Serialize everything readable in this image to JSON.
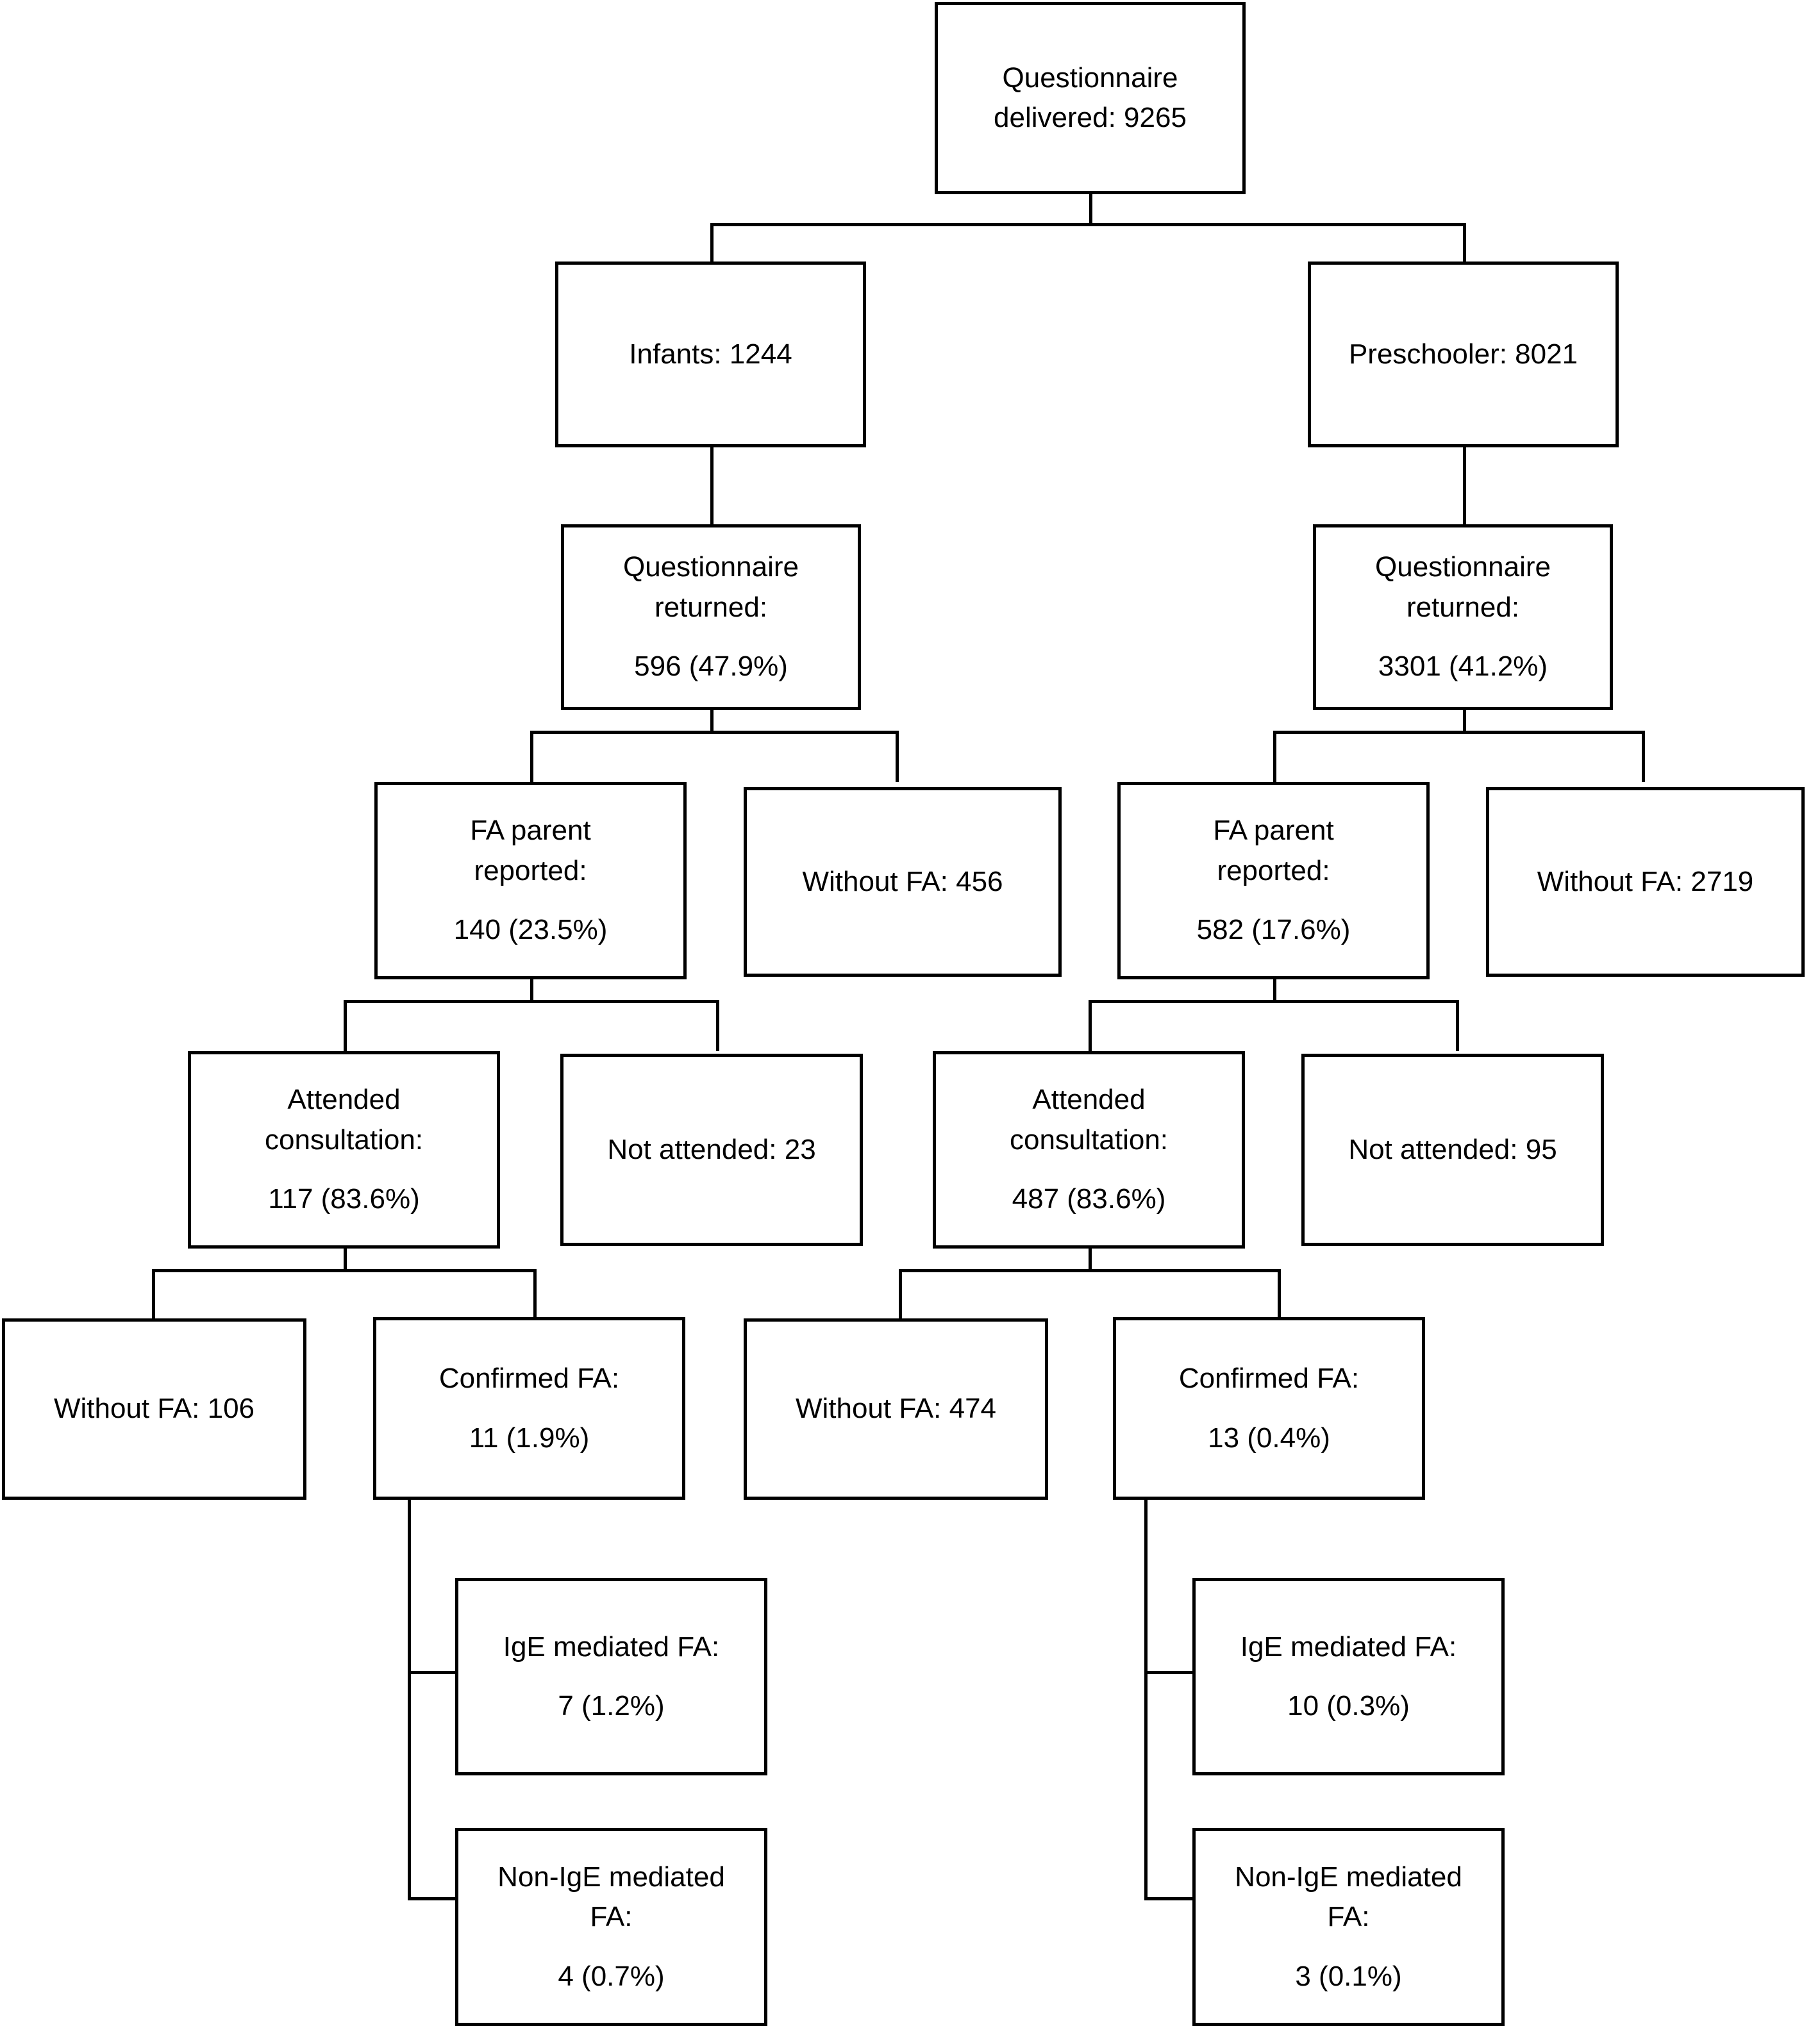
{
  "diagram": {
    "type": "flowchart",
    "title": "Questionnaire and food allergy assessment flow",
    "colors": {
      "box_border": "#000000",
      "connector": "#000000",
      "background": "#ffffff",
      "text": "#000000"
    },
    "nodes": {
      "root": {
        "line1": "Questionnaire",
        "line2": "delivered: 9265"
      },
      "infants": {
        "line1": "Infants: 1244"
      },
      "preschooler": {
        "line1": "Preschooler: 8021"
      },
      "infants_returned": {
        "line1": "Questionnaire",
        "line2": "returned:",
        "line3": "596 (47.9%)"
      },
      "preschooler_returned": {
        "line1": "Questionnaire",
        "line2": "returned:",
        "line3": "3301 (41.2%)"
      },
      "infants_fa_reported": {
        "line1": "FA parent",
        "line2": "reported:",
        "line3": "140 (23.5%)"
      },
      "infants_without_fa": {
        "line1": "Without FA: 456"
      },
      "preschooler_fa_reported": {
        "line1": "FA parent",
        "line2": "reported:",
        "line3": "582 (17.6%)"
      },
      "preschooler_without_fa": {
        "line1": "Without FA: 2719"
      },
      "infants_attended": {
        "line1": "Attended",
        "line2": "consultation:",
        "line3": "117 (83.6%)"
      },
      "infants_not_attended": {
        "line1": "Not attended: 23"
      },
      "preschooler_attended": {
        "line1": "Attended",
        "line2": "consultation:",
        "line3": "487 (83.6%)"
      },
      "preschooler_not_attended": {
        "line1": "Not attended: 95"
      },
      "infants_without_fa2": {
        "line1": "Without FA: 106"
      },
      "infants_confirmed_fa": {
        "line1": "Confirmed FA:",
        "line2": "11 (1.9%)"
      },
      "preschooler_without_fa2": {
        "line1": "Without FA: 474"
      },
      "preschooler_confirmed_fa": {
        "line1": "Confirmed FA:",
        "line2": "13 (0.4%)"
      },
      "infants_ige": {
        "line1": "IgE mediated FA:",
        "line2": "7 (1.2%)"
      },
      "infants_nonige": {
        "line1": "Non-IgE mediated",
        "line2": "FA:",
        "line3": "4 (0.7%)"
      },
      "preschooler_ige": {
        "line1": "IgE mediated FA:",
        "line2": "10 (0.3%)"
      },
      "preschooler_nonige": {
        "line1": "Non-IgE mediated",
        "line2": "FA:",
        "line3": "3 (0.1%)"
      }
    }
  }
}
